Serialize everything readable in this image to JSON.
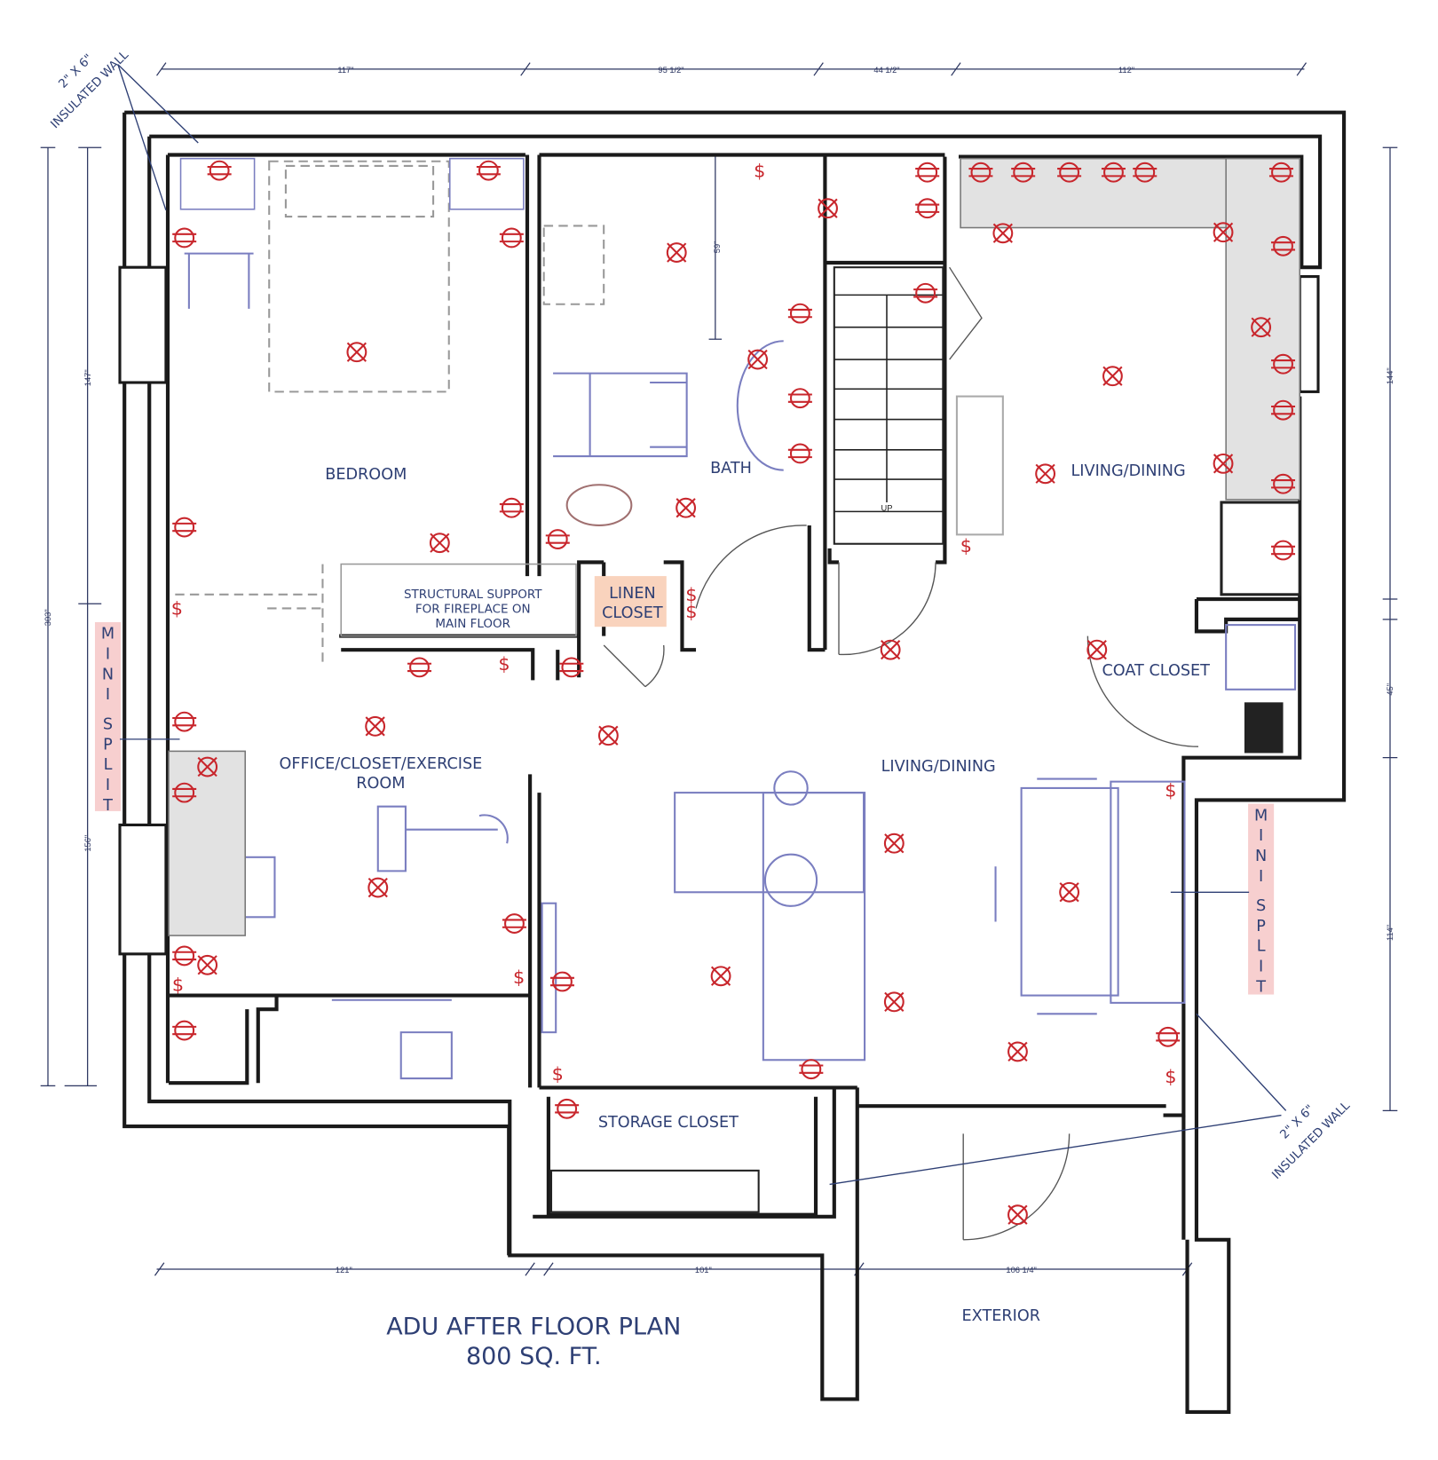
{
  "title": {
    "line1": "ADU AFTER FLOOR PLAN",
    "line2": "800 SQ. FT."
  },
  "rooms": {
    "bedroom": "BEDROOM",
    "bath": "BATH",
    "living_dining_upper": "LIVING/DINING",
    "living_dining_lower": "LIVING/DINING",
    "office_line1": "OFFICE/CLOSET/EXERCISE",
    "office_line2": "ROOM",
    "coat_closet": "COAT CLOSET",
    "storage_closet": "STORAGE CLOSET",
    "linen_line1": "LINEN",
    "linen_line2": "CLOSET",
    "exterior": "EXTERIOR",
    "structural_line1": "STRUCTURAL SUPPORT",
    "structural_line2": "FOR FIREPLACE ON",
    "structural_line3": "MAIN FLOOR",
    "stair_up": "UP"
  },
  "annotations": {
    "insulated_wall_top_line1": "2\" X 6\"",
    "insulated_wall_top_line2": "INSULATED WALL",
    "insulated_wall_bottom_line1": "2\" X 6\"",
    "insulated_wall_bottom_line2": "INSULATED WALL",
    "mini_split_left": [
      "M",
      "I",
      "N",
      "I",
      "S",
      "P",
      "L",
      "I",
      "T"
    ],
    "mini_split_right": [
      "M",
      "I",
      "N",
      "I",
      "S",
      "P",
      "L",
      "I",
      "T"
    ]
  },
  "dimensions": {
    "top": [
      "117\"",
      "95 1/2\"",
      "44 1/2\"",
      "112\""
    ],
    "bottom": [
      "121\"",
      "101\"",
      "106 1/4\""
    ],
    "left_total": "303\"",
    "left": [
      "147\"",
      "156\""
    ],
    "right": [
      "144\"",
      "45\"",
      "114\""
    ],
    "bath_height": "59\""
  },
  "colors": {
    "wall": "#1a1a1a",
    "text": "#2e3f74",
    "electrical": "#c8262c",
    "furniture": "#7a7ec0",
    "mini_split_bg": "#f7cfcf",
    "linen_bg": "#f9d3bd"
  }
}
